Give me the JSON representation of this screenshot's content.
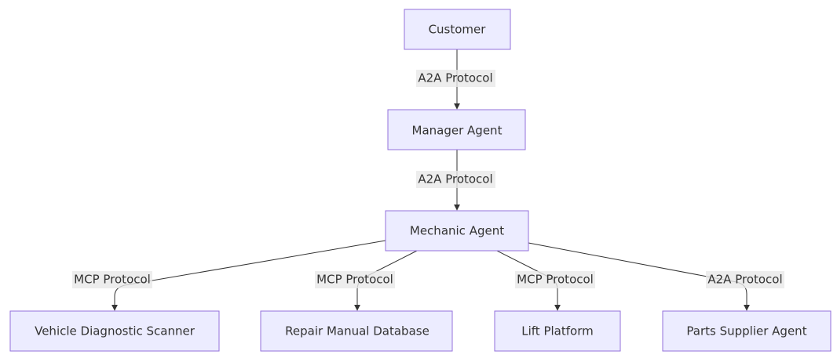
{
  "diagram": {
    "nodes": {
      "customer": "Customer",
      "manager_agent": "Manager Agent",
      "mechanic_agent": "Mechanic Agent",
      "vehicle_diagnostic_scanner": "Vehicle Diagnostic Scanner",
      "repair_manual_database": "Repair Manual Database",
      "lift_platform": "Lift Platform",
      "parts_supplier_agent": "Parts Supplier Agent"
    },
    "edges": {
      "customer_to_manager": "A2A Protocol",
      "manager_to_mechanic": "A2A Protocol",
      "mechanic_to_scanner": "MCP Protocol",
      "mechanic_to_manual": "MCP Protocol",
      "mechanic_to_lift": "MCP Protocol",
      "mechanic_to_supplier": "A2A Protocol"
    },
    "colors": {
      "node_fill": "#ECECFF",
      "node_stroke": "#9370DB",
      "edge": "#333333",
      "label_bg": "#E8E8E8",
      "text": "#333333"
    }
  }
}
